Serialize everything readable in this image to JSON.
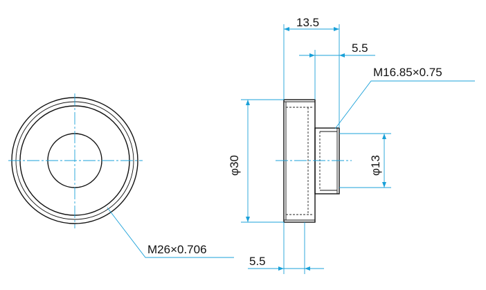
{
  "dimensions": {
    "total_length": "13.5",
    "shaft_length": "5.5",
    "shaft_thread": "M16.85×0.75",
    "body_diameter": "φ30",
    "shaft_diameter": "φ13",
    "body_thread": "M26×0.706",
    "body_thickness": "5.5"
  },
  "colors": {
    "outline": "#111111",
    "dimension_line": "#1aa0d8"
  }
}
